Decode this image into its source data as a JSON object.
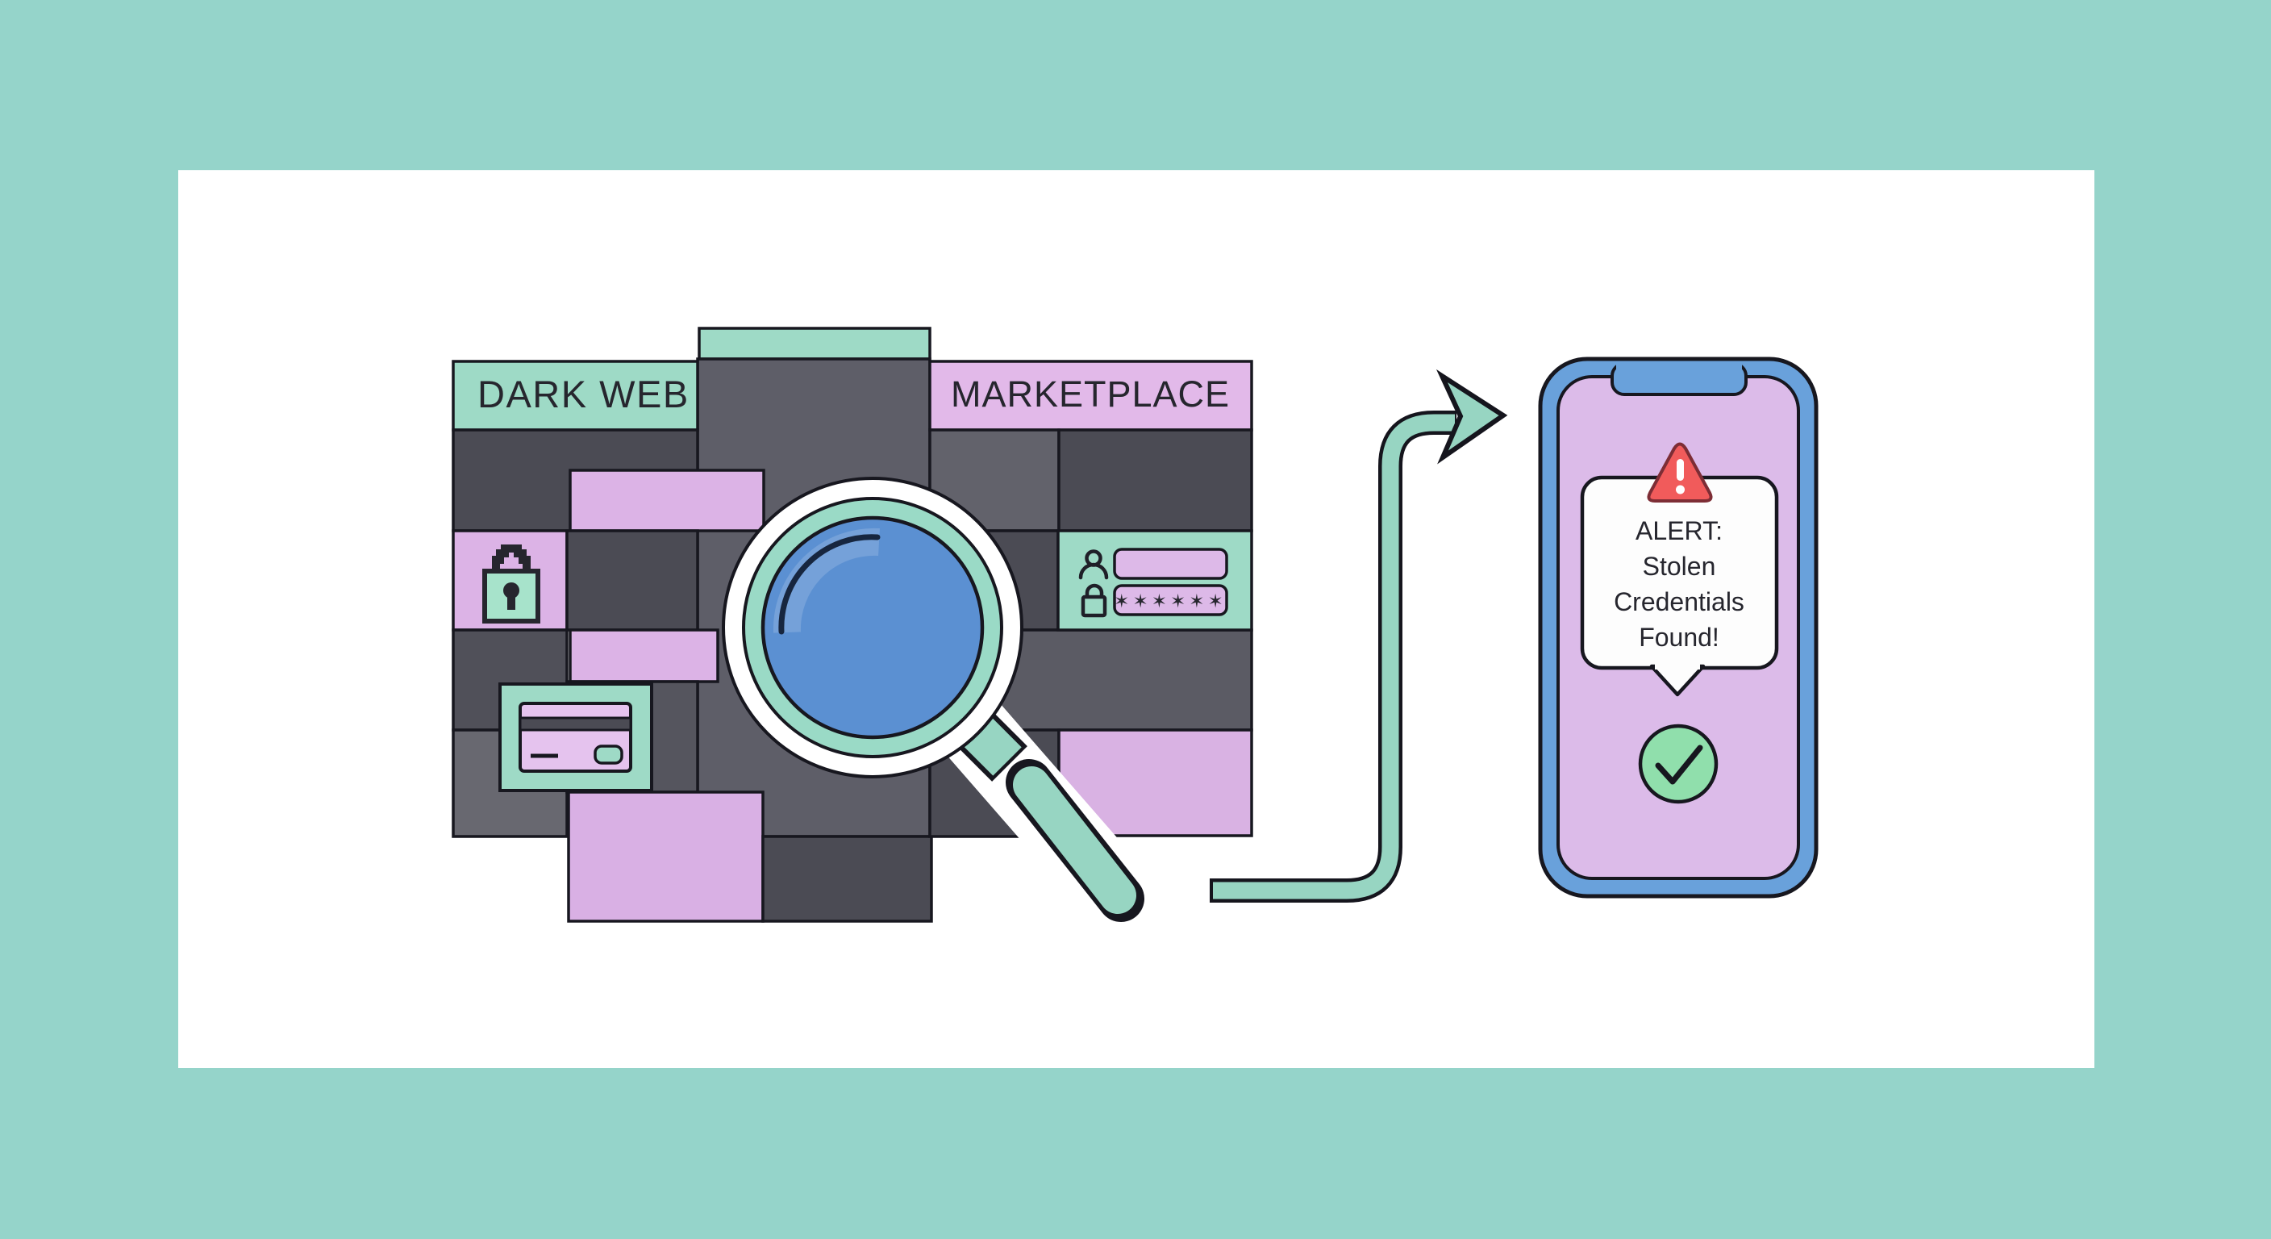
{
  "illustration": {
    "left_panel_title": "DARK WEB",
    "right_panel_title": "MARKETPLACE",
    "password_mask": "✶✶✶✶✶✶",
    "alert_lines": [
      "ALERT:",
      "Stolen",
      "Credentials",
      "Found!"
    ]
  },
  "icons": {
    "magnifying_glass": "magnifying-glass",
    "padlock_pixel": "pixel-padlock",
    "credit_card": "credit-card",
    "user": "person-silhouette",
    "password_lock": "small-padlock",
    "warning": "exclamation-triangle",
    "check": "checkmark-circle",
    "arrow": "curved-flow-arrow"
  },
  "colors": {
    "background_teal": "#95d4ca",
    "canvas_white": "#ffffff",
    "teal_accent": "#9edac6",
    "purple_accent": "#e2b9e9",
    "purple_block": "#dcb3e6",
    "dark_gray": "#4b4b54",
    "mid_gray": "#5e5e68",
    "light_gray": "#68686f",
    "lens_blue": "#5b90d2",
    "arrow_teal": "#97d5c2",
    "phone_frame_blue": "#69a1db",
    "phone_screen_purple": "#dcbbe9",
    "alert_red": "#f15b5b",
    "alert_red_border": "#7d2d35",
    "check_green": "#90dfac",
    "outline_dark": "#17171f",
    "field_purple": "#ddb9e8",
    "text_dark": "#26262e"
  }
}
